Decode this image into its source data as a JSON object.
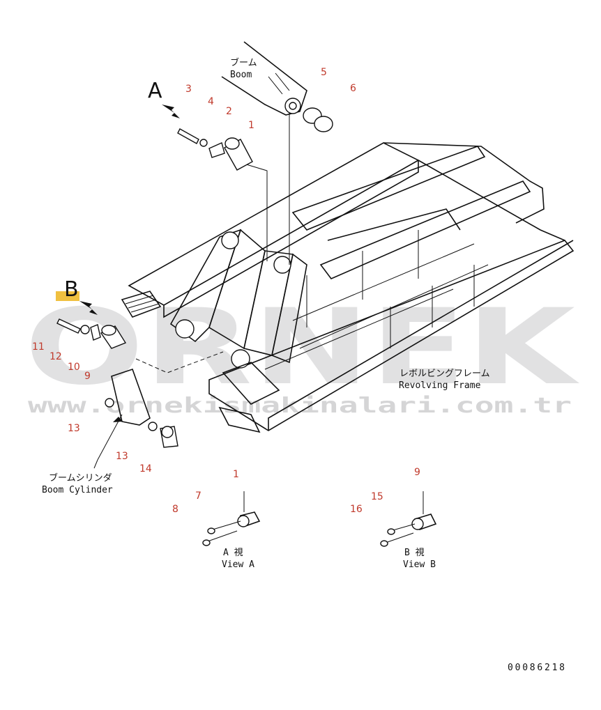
{
  "watermark": {
    "brand": "ORNEK",
    "url": "www.ornekismakinalari.com.tr"
  },
  "views": {
    "A_letter": "A",
    "B_letter": "B",
    "view_a_jp": "A 視",
    "view_a_en": "View A",
    "view_b_jp": "B 視",
    "view_b_en": "View B"
  },
  "labels": {
    "boom_jp": "ブーム",
    "boom_en": "Boom",
    "frame_jp": "レボルビングフレーム",
    "frame_en": "Revolving Frame",
    "cylinder_jp": "ブームシリンダ",
    "cylinder_en": "Boom Cylinder"
  },
  "callouts": [
    "1",
    "2",
    "3",
    "4",
    "5",
    "6",
    "7",
    "8",
    "9",
    "10",
    "11",
    "12",
    "13",
    "13",
    "14",
    "1",
    "9",
    "15",
    "16"
  ],
  "drawing_number": "00086218",
  "colors": {
    "callout": "#c0392b",
    "line": "#111111",
    "watermark": "#c9c9cc",
    "accent_yellow": "#f0c040"
  }
}
